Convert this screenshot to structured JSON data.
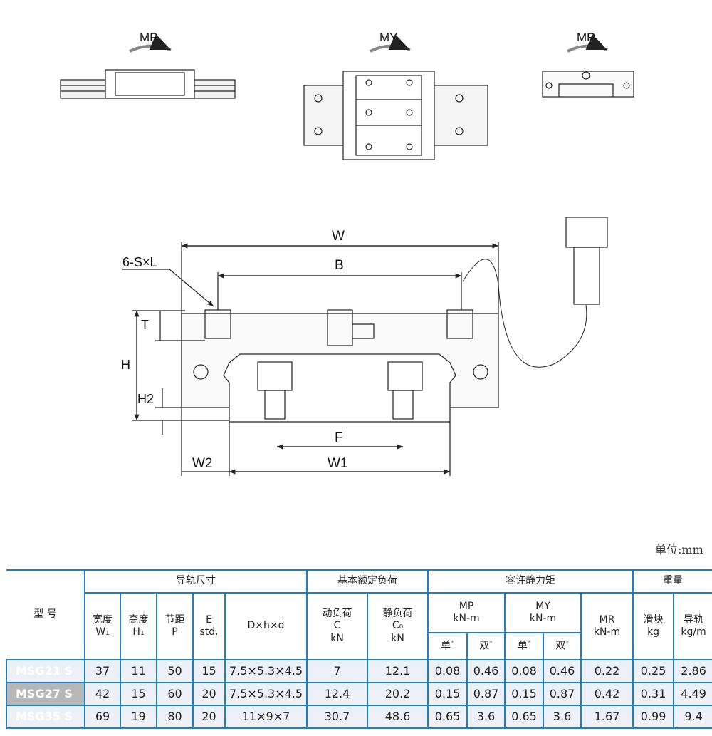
{
  "diagram": {
    "moments": [
      "MP",
      "MY",
      "MR"
    ],
    "dims": {
      "W": "W",
      "B": "B",
      "screw": "6-S×L",
      "T": "T",
      "H": "H",
      "H2": "H2",
      "F": "F",
      "W2": "W2",
      "W1": "W1"
    }
  },
  "unit_label": "单位:mm",
  "table": {
    "model_header": "型 号",
    "group_rail": "导轨尺寸",
    "group_load": "基本额定负荷",
    "group_moment": "容许静力矩",
    "group_weight": "重量",
    "col_width": "宽度",
    "col_width_sym": "W₁",
    "col_height": "高度",
    "col_height_sym": "H₁",
    "col_pitch": "节距",
    "col_pitch_sym": "P",
    "col_e": "E",
    "col_e_std": "std.",
    "col_dhd": "D×h×d",
    "col_dyn": "动负荷",
    "col_dyn_sym": "C",
    "col_dyn_unit": "kN",
    "col_stat": "静负荷",
    "col_stat_sym": "C₀",
    "col_stat_unit": "kN",
    "col_mp": "MP",
    "col_my": "MY",
    "col_mr": "MR",
    "moment_unit": "kN-m",
    "single": "单",
    "double": "双",
    "star": "*",
    "col_block": "滑块",
    "col_block_unit": "kg",
    "col_rail": "导轨",
    "col_rail_unit": "kg/m",
    "rows": [
      {
        "model": "MSG21 S",
        "w1": "37",
        "h1": "11",
        "p": "50",
        "e": "15",
        "dhd": "7.5×5.3×4.5",
        "c": "7",
        "c0": "12.1",
        "mp1": "0.08",
        "mp2": "0.46",
        "my1": "0.08",
        "my2": "0.46",
        "mr": "0.22",
        "block": "0.25",
        "rail": "2.86"
      },
      {
        "model": "MSG27 S",
        "w1": "42",
        "h1": "15",
        "p": "60",
        "e": "20",
        "dhd": "7.5×5.3×4.5",
        "c": "12.4",
        "c0": "20.2",
        "mp1": "0.15",
        "mp2": "0.87",
        "my1": "0.15",
        "my2": "0.87",
        "mr": "0.42",
        "block": "0.31",
        "rail": "4.49"
      },
      {
        "model": "MSG35 S",
        "w1": "69",
        "h1": "19",
        "p": "80",
        "e": "20",
        "dhd": "11×9×7",
        "c": "30.7",
        "c0": "48.6",
        "mp1": "0.65",
        "mp2": "3.6",
        "my1": "0.65",
        "my2": "3.6",
        "mr": "1.67",
        "block": "0.99",
        "rail": "9.4"
      }
    ]
  }
}
